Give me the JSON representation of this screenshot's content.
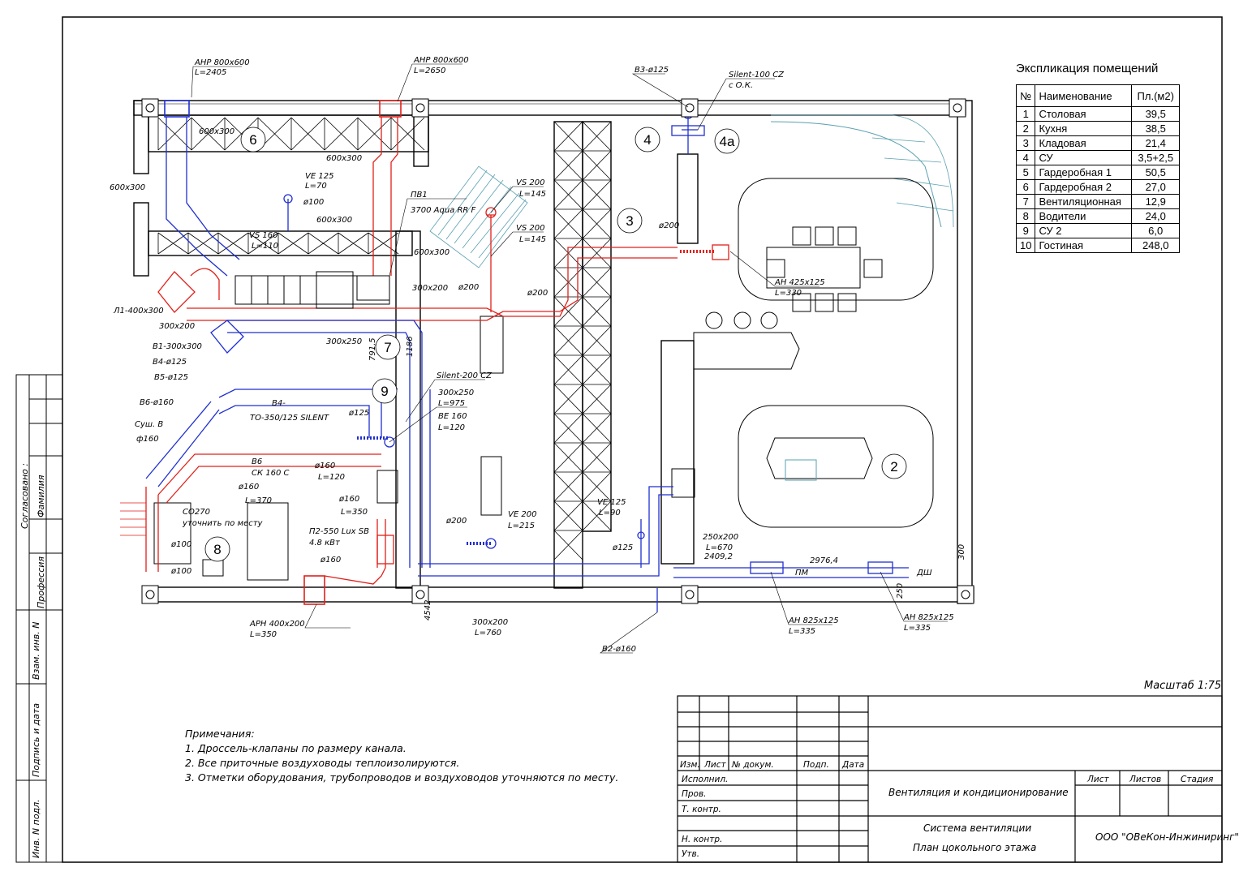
{
  "scale_label": "Масштаб 1:75",
  "explication": {
    "title": "Экспликация помещений",
    "headers": [
      "№",
      "Наименование",
      "Пл.(м2)"
    ],
    "rows": [
      [
        "1",
        "Столовая",
        "39,5"
      ],
      [
        "2",
        "Кухня",
        "38,5"
      ],
      [
        "3",
        "Кладовая",
        "21,4"
      ],
      [
        "4",
        "СУ",
        "3,5+2,5"
      ],
      [
        "5",
        "Гардеробная 1",
        "50,5"
      ],
      [
        "6",
        "Гардеробная 2",
        "27,0"
      ],
      [
        "7",
        "Вентиляционная",
        "12,9"
      ],
      [
        "8",
        "Водители",
        "24,0"
      ],
      [
        "9",
        "СУ 2",
        "6,0"
      ],
      [
        "10",
        "Гостиная",
        "248,0"
      ]
    ]
  },
  "notes": {
    "title": "Примечания:",
    "items": [
      "1. Дроссель-клапаны по размеру канала.",
      "2. Все приточные воздуховоды теплоизолируются.",
      "3. Отметки оборудования, трубопроводов и воздуховодов уточняются по месту."
    ]
  },
  "side_strip": {
    "agreed": "Согласовано :",
    "surname": "Фамилия",
    "profession": "Профессия",
    "inv_replace": "Взам. инв. N",
    "sign_date": "Подпись и дата",
    "inv_original": "Инв. N подл."
  },
  "title_block": {
    "col_headers": [
      "Изм.",
      "Лист",
      "№ докум.",
      "Подп.",
      "Дата"
    ],
    "roles": [
      "Исполнил.",
      "Пров.",
      "Т. контр.",
      "Н. контр.",
      "Утв."
    ],
    "sheet_headers": [
      "Лист",
      "Листов",
      "Стадия"
    ],
    "project": "Вентиляция и кондиционирование",
    "system_line1": "Система вентиляции",
    "system_line2": "План цокольного этажа",
    "company": "ООО \"ОВеКон-Инжиниринг\""
  },
  "room_numbers": [
    "6",
    "4",
    "4а",
    "3",
    "7",
    "9",
    "8",
    "2"
  ],
  "labels": {
    "ahr1": "АНР 800х600",
    "ahr1_l": "L=2405",
    "ahr2": "АНР 800х600",
    "ahr2_l": "L=2650",
    "v3": "В3-ø125",
    "silent100": "Silent-100 CZ",
    "silent100_b": "с О.К.",
    "d600x300_a": "600х300",
    "d600x300_b": "600х300",
    "d600x300_c": "600х300",
    "d600x300_d": "600х300",
    "d600x300_e": "600х300",
    "ve125": "VE 125",
    "ve125_l": "L=70",
    "d100": "ø100",
    "pv1": "ПВ1",
    "pv1_b": "3700 Aqua RR F",
    "vs200_a": "VS 200",
    "vs200_a_l": "L=145",
    "vs200_b": "VS 200",
    "vs200_b_l": "L=145",
    "d200_a": "ø200",
    "d200_b": "ø200",
    "d200_c": "ø200",
    "d200_d": "ø200",
    "vs160": "VS 160",
    "vs160_l": "L=110",
    "d300x200_a": "300х200",
    "d300x200_b": "300х200",
    "l1": "Л1-400х300",
    "b1": "В1-300х300",
    "b4": "В4-ø125",
    "b5": "В5-ø125",
    "b6": "В6-ø160",
    "sush_b": "Суш. В",
    "sush_b2": "ф160",
    "d300x250": "300х250",
    "dim791": "791,5",
    "dim1186": "1186",
    "silent200": "Silent-200 CZ",
    "d300x250_b": "300х250",
    "l975": "L=975",
    "be160": "ВЕ 160",
    "be160_l": "L=120",
    "b4_to": "В4-",
    "to350": "ТО-350/125 SILENT",
    "d125_a": "ø125",
    "b6b": "В6",
    "ck160": "СК 160 С",
    "d160_a": "ø160",
    "l120": "L=120",
    "d160_b": "ø160",
    "l370": "L=370",
    "d160_c": "ø160",
    "l350": "L=350",
    "co270": "СО270",
    "co270_b": "уточнить по месту",
    "d100_a": "ø100",
    "d100_b": "ø100",
    "p2": "П2-550 Lux SB",
    "p2_b": "4.8 кВт",
    "d160_d": "ø160",
    "arn": "АРН 400х200",
    "arn_l": "L=350",
    "dim4542": "4542",
    "d300x200_c": "300х200",
    "l760": "L=760",
    "ve200": "VE 200",
    "ve200_l": "L=215",
    "ve125_b": "VE 125",
    "ve125_b_l": "L=90",
    "d125_b": "ø125",
    "ah425": "АН 425х125",
    "ah425_l": "L=330",
    "d250x200": "250х200",
    "l670": "L=670",
    "dim2409": "2409,2",
    "dim2976": "2976,4",
    "dim300": "300",
    "dim250": "250",
    "ah825_a": "АН 825х125",
    "ah825_a_l": "L=335",
    "ah825_b": "АН 825х125",
    "ah825_b_l": "L=335",
    "b2": "В2-ø160",
    "pm": "ПМ",
    "dsh": "ДШ"
  },
  "colors": {
    "supply": "#e0201a",
    "exhaust": "#1f2fd0",
    "wall": "#000000",
    "stair": "#5aa0b0"
  }
}
